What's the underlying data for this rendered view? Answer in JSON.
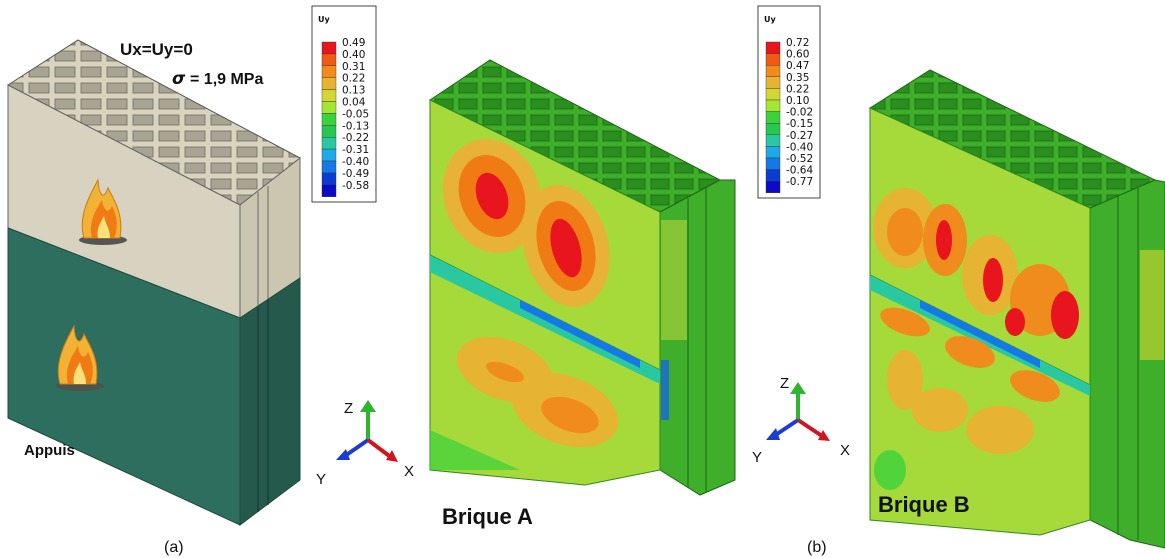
{
  "panel_a": {
    "boundary_condition": "Ux=Uy=0",
    "stress_symbol": "σ",
    "stress_value": "= 1,9 MPa",
    "support_label": "Appuis",
    "caption": "(a)"
  },
  "legend_a": {
    "title": "Uy",
    "values": [
      "0.49",
      "0.40",
      "0.31",
      "0.22",
      "0.13",
      "0.04",
      "-0.05",
      "-0.13",
      "-0.22",
      "-0.31",
      "-0.40",
      "-0.49",
      "-0.58"
    ]
  },
  "legend_b": {
    "title": "Uy",
    "values": [
      "0.72",
      "0.60",
      "0.47",
      "0.35",
      "0.22",
      "0.10",
      "-0.02",
      "-0.15",
      "-0.27",
      "-0.40",
      "-0.52",
      "-0.64",
      "-0.77"
    ]
  },
  "legend_colors": [
    "#e8141e",
    "#f05a14",
    "#f08c1e",
    "#e6b432",
    "#d2d732",
    "#a5e632",
    "#3cd23c",
    "#28c850",
    "#2ac8a0",
    "#1eaae6",
    "#1478e6",
    "#0a3cd2",
    "#0a0ac8"
  ],
  "axes_a": {
    "z": "Z",
    "y": "Y",
    "x": "X"
  },
  "axes_b": {
    "z": "Z",
    "y": "Y",
    "x": "X"
  },
  "brick_a_title": "Brique A",
  "brick_b_title": "Brique B",
  "caption_b": "(b)"
}
